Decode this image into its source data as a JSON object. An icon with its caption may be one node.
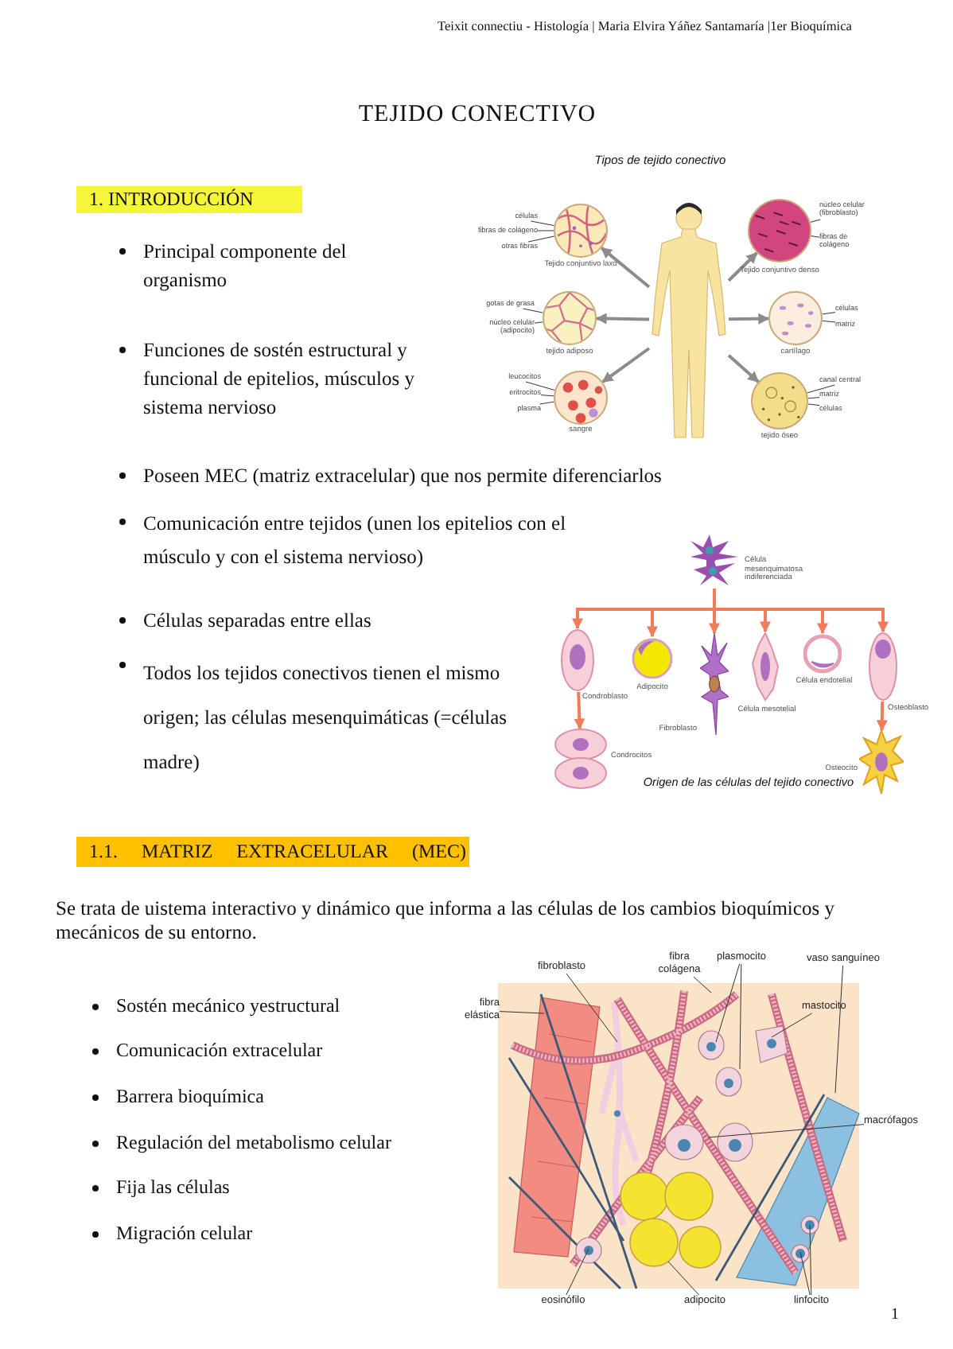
{
  "diagram": {
    "title": "TEJIDO CONECTIVO",
    "nodes": [
      {
        "text": [],
        "shape": "person"
      },
      {
        "text": [],
        "shape": "circle",
        "beside": [
          "Tejido conjuntivo laxo"
        ]
      },
      {
        "text": [],
        "shape": "circle",
        "beside": [
          "Tejido conjuntivo denso"
        ]
      },
      {
        "text": [],
        "shape": "circle",
        "beside": [
          "tejido adiposo"
        ]
      },
      {
        "text": [],
        "shape": "circle",
        "beside": [
          "cartílago"
        ]
      },
      {
        "text": [],
        "shape": "circle",
        "beside": [
          "sangre"
        ]
      },
      {
        "text": [],
        "shape": "circle",
        "beside": [
          "tejido óseo"
        ]
      },
      {
        "text": [
          "células"
        ]
      },
      {
        "text": [
          "fibras de colágeno"
        ]
      },
      {
        "text": [
          "otras fibras"
        ]
      },
      {
        "text": [
          "núcleo celular (fibroblasto)"
        ]
      },
      {
        "text": [
          "fibras de colágeno"
        ]
      },
      {
        "text": [
          "gotas de grasa"
        ]
      },
      {
        "text": [
          "núcleo celular (adipocito)"
        ]
      },
      {
        "text": [
          "células"
        ]
      },
      {
        "text": [
          "matriz"
        ]
      },
      {
        "text": [
          "leucocitos"
        ]
      },
      {
        "text": [
          "eritrocitos"
        ]
      },
      {
        "text": [
          "plasma"
        ]
      },
      {
        "text": [
          "canal central"
        ]
      },
      {
        "text": [
          "matriz"
        ]
      },
      {
        "text": [
          "células"
        ]
      },
      {
        "text": [],
        "shape": "picture",
        "beside": [
          "Célula mesenquimatosa indiferenciada"
        ]
      },
      {
        "text": [],
        "shape": "picture",
        "beside": [
          "Condroblasto"
        ]
      },
      {
        "text": [],
        "shape": "picture",
        "beside": [
          "Adipocito"
        ]
      },
      {
        "text": [],
        "shape": "picture",
        "beside": [
          "Fibroblasto"
        ]
      },
      {
        "text": [],
        "shape": "picture",
        "beside": [
          "Célula mesotelial"
        ]
      },
      {
        "text": [],
        "shape": "picture",
        "beside": [
          "Célula endotelial"
        ]
      },
      {
        "text": [],
        "shape": "picture",
        "beside": [
          "Osteoblasto"
        ]
      },
      {
        "text": [],
        "shape": "picture",
        "beside": [
          "Condrocitos"
        ]
      },
      {
        "text": [],
        "shape": "picture",
        "beside": [
          "Osteocito"
        ]
      },
      {
        "text": [
          "fibroblasto"
        ]
      },
      {
        "text": [
          "fibra colágena"
        ]
      },
      {
        "text": [
          "plasmocito"
        ]
      },
      {
        "text": [
          "vaso sanguíneo"
        ]
      },
      {
        "text": [
          "fibra elástica"
        ]
      },
      {
        "text": [
          "mastocito"
        ]
      },
      {
        "text": [
          "macrófagos"
        ]
      },
      {
        "text": [
          "eosinófilo"
        ]
      },
      {
        "text": [
          "adipocito"
        ]
      },
      {
        "text": [
          "linfocito"
        ]
      }
    ],
    "edges": [
      {
        "from": 0,
        "to": 1,
        "arrow": "to",
        "style": "thick",
        "color": "#8c8c8c"
      },
      {
        "from": 0,
        "to": 2,
        "arrow": "to",
        "style": "thick",
        "color": "#8c8c8c"
      },
      {
        "from": 0,
        "to": 3,
        "arrow": "to",
        "style": "thick",
        "color": "#8c8c8c"
      },
      {
        "from": 0,
        "to": 4,
        "arrow": "to",
        "style": "thick",
        "color": "#8c8c8c"
      },
      {
        "from": 0,
        "to": 5,
        "arrow": "to",
        "style": "thick",
        "color": "#8c8c8c"
      },
      {
        "from": 0,
        "to": 6,
        "arrow": "to",
        "style": "thick",
        "color": "#8c8c8c"
      },
      {
        "from": 7,
        "to": 1,
        "arrow": "none"
      },
      {
        "from": 8,
        "to": 1,
        "arrow": "none"
      },
      {
        "from": 9,
        "to": 1,
        "arrow": "none"
      },
      {
        "from": 10,
        "to": 2,
        "arrow": "none"
      },
      {
        "from": 11,
        "to": 2,
        "arrow": "none"
      },
      {
        "from": 12,
        "to": 3,
        "arrow": "none"
      },
      {
        "from": 13,
        "to": 3,
        "arrow": "none"
      },
      {
        "from": 14,
        "to": 4,
        "arrow": "none"
      },
      {
        "from": 15,
        "to": 4,
        "arrow": "none"
      },
      {
        "from": 16,
        "to": 5,
        "arrow": "none"
      },
      {
        "from": 17,
        "to": 5,
        "arrow": "none"
      },
      {
        "from": 18,
        "to": 5,
        "arrow": "none"
      },
      {
        "from": 19,
        "to": 6,
        "arrow": "none"
      },
      {
        "from": 20,
        "to": 6,
        "arrow": "none"
      },
      {
        "from": 21,
        "to": 6,
        "arrow": "none"
      },
      {
        "from": 22,
        "to": 23,
        "arrow": "to",
        "style": "thick",
        "color": "#f07c5c"
      },
      {
        "from": 22,
        "to": 24,
        "arrow": "to",
        "style": "thick",
        "color": "#f07c5c"
      },
      {
        "from": 22,
        "to": 25,
        "arrow": "to",
        "style": "thick",
        "color": "#f07c5c"
      },
      {
        "from": 22,
        "to": 26,
        "arrow": "to",
        "style": "thick",
        "color": "#f07c5c"
      },
      {
        "from": 22,
        "to": 27,
        "arrow": "to",
        "style": "thick",
        "color": "#f07c5c"
      },
      {
        "from": 22,
        "to": 28,
        "arrow": "to",
        "style": "thick",
        "color": "#f07c5c"
      },
      {
        "from": 23,
        "to": 29,
        "arrow": "to",
        "style": "thick",
        "color": "#f07c5c"
      },
      {
        "from": 28,
        "to": 30,
        "arrow": "to",
        "style": "thick",
        "color": "#f07c5c"
      },
      {
        "from": 31,
        "to": null,
        "arrow": "none"
      },
      {
        "from": 32,
        "to": null,
        "arrow": "none"
      },
      {
        "from": 33,
        "to": null,
        "arrow": "none"
      },
      {
        "from": 33,
        "to": null,
        "arrow": "none"
      },
      {
        "from": 34,
        "to": null,
        "arrow": "none"
      },
      {
        "from": 35,
        "to": null,
        "arrow": "none"
      },
      {
        "from": 36,
        "to": null,
        "arrow": "none"
      },
      {
        "from": 37,
        "to": null,
        "arrow": "none"
      },
      {
        "from": 38,
        "to": null,
        "arrow": "none"
      },
      {
        "from": 39,
        "to": null,
        "arrow": "none"
      },
      {
        "from": 40,
        "to": null,
        "arrow": "none"
      },
      {
        "from": 40,
        "to": null,
        "arrow": "none"
      }
    ],
    "labels": [
      "Teixit connectiu - Histología | Maria Elvira Yáñez Santamaría |1er Bioquímica",
      "Tipos de tejido conectivo",
      "1. INTRODUCCIÓN",
      "Principal componente del organismo",
      "Funciones de sostén estructural y funcional de epitelios, músculos y sistema nervioso",
      "Poseen MEC (matriz extracelular) que nos permite diferenciarlos",
      "Comunicación entre tejidos (unen los epitelios con el músculo y con el sistema nervioso)",
      "Células separadas entre ellas",
      "Todos los tejidos conectivos tienen el mismo origen; las células mesenquimáticas (=células madre)",
      "Origen de las células del tejido conectivo",
      "1.1. MATRIZ EXTRACELULAR (MEC)",
      "Se trata de uistema interactivo y dinámico que informa a las células de los cambios bioquímicos y mecánicos de su entorno.",
      "Sostén mecánico yestructural",
      "Comunicación extracelular",
      "Barrera bioquímica",
      "Regulación del metabolismo celular",
      "Fija las células",
      "Migración celular",
      "1"
    ]
  }
}
